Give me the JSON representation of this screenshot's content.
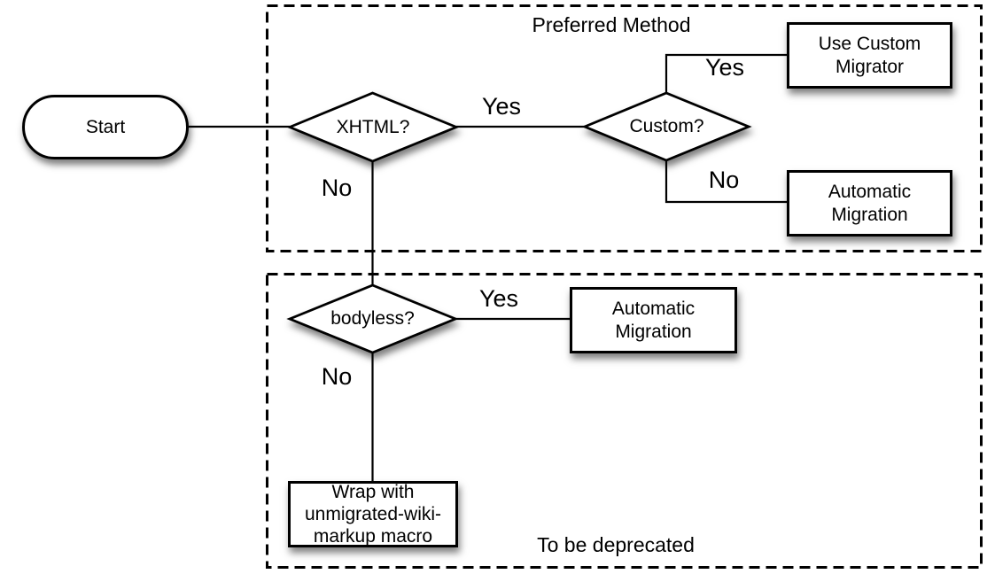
{
  "containers": {
    "preferred": {
      "label": "Preferred Method"
    },
    "deprecated": {
      "label": "To be deprecated"
    }
  },
  "nodes": {
    "start": {
      "label": "Start",
      "type": "terminator"
    },
    "xhtml": {
      "label": "XHTML?",
      "type": "decision"
    },
    "custom": {
      "label": "Custom?",
      "type": "decision"
    },
    "use_custom_migrator": {
      "label": "Use Custom\nMigrator",
      "type": "process"
    },
    "automatic_migration_top": {
      "label": "Automatic\nMigration",
      "type": "process"
    },
    "bodyless": {
      "label": "bodyless?",
      "type": "decision"
    },
    "automatic_migration_mid": {
      "label": "Automatic\nMigration",
      "type": "process"
    },
    "wrap_macro": {
      "label": "Wrap with\nunmigrated-wiki-\nmarkup macro",
      "type": "process"
    }
  },
  "edge_labels": {
    "xhtml_yes": "Yes",
    "xhtml_no": "No",
    "custom_yes": "Yes",
    "custom_no": "No",
    "bodyless_yes": "Yes",
    "bodyless_no": "No"
  },
  "colors": {
    "stroke": "#000000",
    "node_fill": "#ffffff",
    "background": "#ffffff"
  }
}
